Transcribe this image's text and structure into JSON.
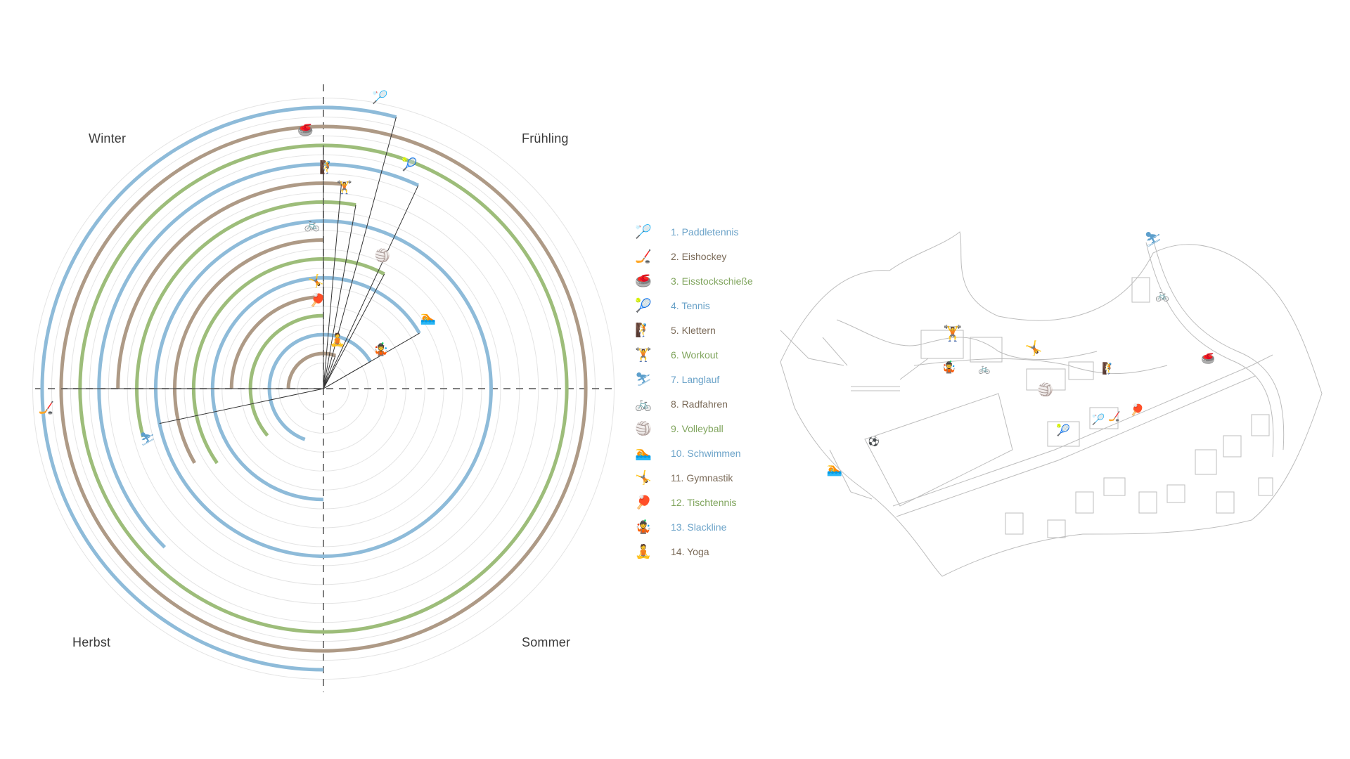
{
  "seasons": {
    "winter": "Winter",
    "spring": "Frühling",
    "autumn": "Herbst",
    "summer": "Sommer"
  },
  "colors": {
    "blue": "#8ebbd9",
    "green": "#9dbd7a",
    "brown": "#ae9a86",
    "icon_blue": "#5d9fcc",
    "icon_green": "#4a9b66",
    "icon_brown": "#8a6540",
    "map_line": "#b8b8b8"
  },
  "activities": [
    {
      "label": "1. Paddletennis",
      "color": "blue",
      "icon": "paddle-racket-icon",
      "glyph": "🏸",
      "start_deg": 15,
      "end_deg": 180
    },
    {
      "label": "2. Eishockey",
      "color": "brown",
      "icon": "hockey-stick-icon",
      "glyph": "🏒",
      "start_deg": 270,
      "end_deg": 270
    },
    {
      "label": "3. Eisstockschieße",
      "color": "green",
      "icon": "curling-icon",
      "glyph": "🥌",
      "start_deg": 0,
      "end_deg": 0
    },
    {
      "label": "4. Tennis",
      "color": "blue",
      "icon": "tennis-ball-icon",
      "glyph": "🎾",
      "start_deg": 25,
      "end_deg": 225
    },
    {
      "label": "5. Klettern",
      "color": "brown",
      "icon": "climbing-icon",
      "glyph": "🧗",
      "start_deg": 5,
      "end_deg": 270
    },
    {
      "label": "6. Workout",
      "color": "green",
      "icon": "weightlifting-icon",
      "glyph": "🏋",
      "start_deg": 10,
      "end_deg": 255
    },
    {
      "label": "7. Langlauf",
      "color": "blue",
      "icon": "cross-country-ski-icon",
      "glyph": "⛷",
      "start_deg": 258,
      "end_deg": 258
    },
    {
      "label": "8. Radfahren",
      "color": "brown",
      "icon": "bicycle-icon",
      "glyph": "🚲",
      "start_deg": 0,
      "end_deg": 240
    },
    {
      "label": "9. Volleyball",
      "color": "green",
      "icon": "volleyball-icon",
      "glyph": "🏐",
      "start_deg": 28,
      "end_deg": 235
    },
    {
      "label": "10. Schwimmen",
      "color": "blue",
      "icon": "swimming-icon",
      "glyph": "🏊",
      "start_deg": 60,
      "end_deg": 180
    },
    {
      "label": "11. Gymnastik",
      "color": "brown",
      "icon": "gymnastics-icon",
      "glyph": "🤸",
      "start_deg": 0,
      "end_deg": 270
    },
    {
      "label": "12. Tischtennis",
      "color": "green",
      "icon": "table-tennis-icon",
      "glyph": "🏓",
      "start_deg": 0,
      "end_deg": 230
    },
    {
      "label": "13. Slackline",
      "color": "blue",
      "icon": "slackline-icon",
      "glyph": "🤹",
      "start_deg": 60,
      "end_deg": 200
    },
    {
      "label": "14. Yoga",
      "color": "brown",
      "icon": "yoga-icon",
      "glyph": "🧘",
      "start_deg": 20,
      "end_deg": 270
    }
  ]
}
